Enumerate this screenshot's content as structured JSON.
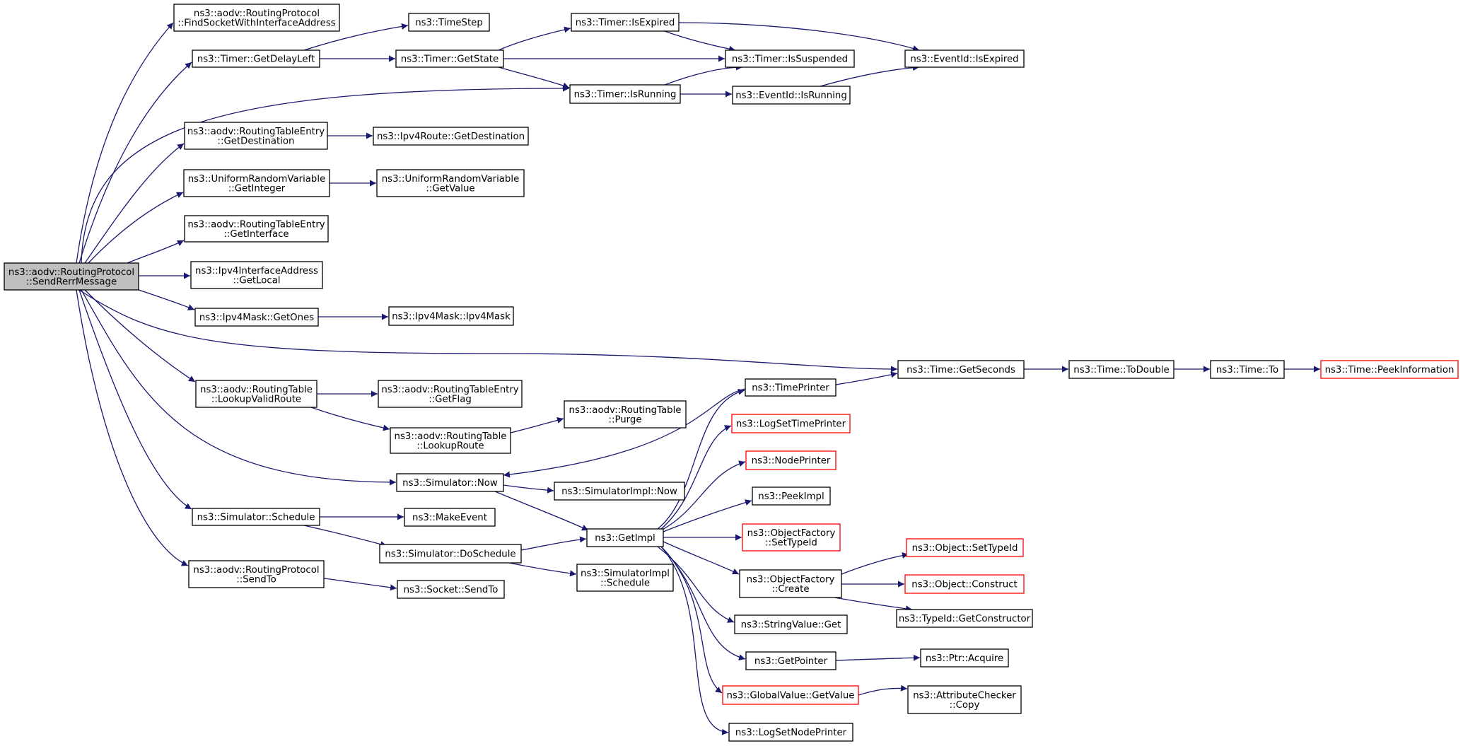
{
  "diagram": {
    "type": "call-graph",
    "colors": {
      "node_border": "#000000",
      "node_border_truncated": "#ff0000",
      "node_fill": "#ffffff",
      "root_fill": "#bfbfbf",
      "edge": "#191970"
    },
    "nodes": [
      {
        "id": "sendRerr",
        "lines": [
          "ns3::aodv::RoutingProtocol",
          "::SendRerrMessage"
        ],
        "root": true
      },
      {
        "id": "findSocket",
        "lines": [
          "ns3::aodv::RoutingProtocol",
          "::FindSocketWithInterfaceAddress"
        ]
      },
      {
        "id": "getDelayLeft",
        "lines": [
          "ns3::Timer::GetDelayLeft"
        ]
      },
      {
        "id": "timeStep",
        "lines": [
          "ns3::TimeStep"
        ]
      },
      {
        "id": "getState",
        "lines": [
          "ns3::Timer::GetState"
        ]
      },
      {
        "id": "timerIsExpired",
        "lines": [
          "ns3::Timer::IsExpired"
        ]
      },
      {
        "id": "timerIsSuspended",
        "lines": [
          "ns3::Timer::IsSuspended"
        ]
      },
      {
        "id": "eventIsExpired",
        "lines": [
          "ns3::EventId::IsExpired"
        ]
      },
      {
        "id": "timerIsRunning",
        "lines": [
          "ns3::Timer::IsRunning"
        ]
      },
      {
        "id": "eventIsRunning",
        "lines": [
          "ns3::EventId::IsRunning"
        ]
      },
      {
        "id": "rteGetDestination",
        "lines": [
          "ns3::aodv::RoutingTableEntry",
          "::GetDestination"
        ]
      },
      {
        "id": "ipv4RouteGetDest",
        "lines": [
          "ns3::Ipv4Route::GetDestination"
        ]
      },
      {
        "id": "urvGetInteger",
        "lines": [
          "ns3::UniformRandomVariable",
          "::GetInteger"
        ]
      },
      {
        "id": "urvGetValue",
        "lines": [
          "ns3::UniformRandomVariable",
          "::GetValue"
        ]
      },
      {
        "id": "rteGetInterface",
        "lines": [
          "ns3::aodv::RoutingTableEntry",
          "::GetInterface"
        ]
      },
      {
        "id": "ifaceGetLocal",
        "lines": [
          "ns3::Ipv4InterfaceAddress",
          "::GetLocal"
        ]
      },
      {
        "id": "maskGetOnes",
        "lines": [
          "ns3::Ipv4Mask::GetOnes"
        ]
      },
      {
        "id": "maskCtor",
        "lines": [
          "ns3::Ipv4Mask::Ipv4Mask"
        ]
      },
      {
        "id": "timeGetSeconds",
        "lines": [
          "ns3::Time::GetSeconds"
        ]
      },
      {
        "id": "timeToDouble",
        "lines": [
          "ns3::Time::ToDouble"
        ]
      },
      {
        "id": "timeTo",
        "lines": [
          "ns3::Time::To"
        ]
      },
      {
        "id": "peekInfo",
        "lines": [
          "ns3::Time::PeekInformation"
        ],
        "truncated": true
      },
      {
        "id": "lookupValidRoute",
        "lines": [
          "ns3::aodv::RoutingTable",
          "::LookupValidRoute"
        ]
      },
      {
        "id": "rteGetFlag",
        "lines": [
          "ns3::aodv::RoutingTableEntry",
          "::GetFlag"
        ]
      },
      {
        "id": "rtPurge",
        "lines": [
          "ns3::aodv::RoutingTable",
          "::Purge"
        ]
      },
      {
        "id": "rtLookupRoute",
        "lines": [
          "ns3::aodv::RoutingTable",
          "::LookupRoute"
        ]
      },
      {
        "id": "timePrinter",
        "lines": [
          "ns3::TimePrinter"
        ]
      },
      {
        "id": "logSetTimePrinter",
        "lines": [
          "ns3::LogSetTimePrinter"
        ],
        "truncated": true
      },
      {
        "id": "nodePrinter",
        "lines": [
          "ns3::NodePrinter"
        ],
        "truncated": true
      },
      {
        "id": "simNow",
        "lines": [
          "ns3::Simulator::Now"
        ]
      },
      {
        "id": "simImplNow",
        "lines": [
          "ns3::SimulatorImpl::Now"
        ]
      },
      {
        "id": "peekImpl",
        "lines": [
          "ns3::PeekImpl"
        ]
      },
      {
        "id": "simSchedule",
        "lines": [
          "ns3::Simulator::Schedule"
        ]
      },
      {
        "id": "makeEvent",
        "lines": [
          "ns3::MakeEvent"
        ]
      },
      {
        "id": "getImpl",
        "lines": [
          "ns3::GetImpl"
        ]
      },
      {
        "id": "ofSetTypeId",
        "lines": [
          "ns3::ObjectFactory",
          "::SetTypeId"
        ],
        "truncated": true
      },
      {
        "id": "simDoSchedule",
        "lines": [
          "ns3::Simulator::DoSchedule"
        ]
      },
      {
        "id": "objSetTypeId",
        "lines": [
          "ns3::Object::SetTypeId"
        ],
        "truncated": true
      },
      {
        "id": "simImplSchedule",
        "lines": [
          "ns3::SimulatorImpl",
          "::Schedule"
        ]
      },
      {
        "id": "ofCreate",
        "lines": [
          "ns3::ObjectFactory",
          "::Create"
        ]
      },
      {
        "id": "objConstruct",
        "lines": [
          "ns3::Object::Construct"
        ],
        "truncated": true
      },
      {
        "id": "rpSendTo",
        "lines": [
          "ns3::aodv::RoutingProtocol",
          "::SendTo"
        ]
      },
      {
        "id": "socketSendTo",
        "lines": [
          "ns3::Socket::SendTo"
        ]
      },
      {
        "id": "typeIdGetCtor",
        "lines": [
          "ns3::TypeId::GetConstructor"
        ]
      },
      {
        "id": "stringValueGet",
        "lines": [
          "ns3::StringValue::Get"
        ]
      },
      {
        "id": "getPointer",
        "lines": [
          "ns3::GetPointer"
        ]
      },
      {
        "id": "ptrAcquire",
        "lines": [
          "ns3::Ptr::Acquire"
        ]
      },
      {
        "id": "globalValueGet",
        "lines": [
          "ns3::GlobalValue::GetValue"
        ],
        "truncated": true
      },
      {
        "id": "attrCheckerCopy",
        "lines": [
          "ns3::AttributeChecker",
          "::Copy"
        ]
      },
      {
        "id": "logSetNodePrinter",
        "lines": [
          "ns3::LogSetNodePrinter"
        ]
      }
    ],
    "edges": [
      [
        "sendRerr",
        "findSocket"
      ],
      [
        "sendRerr",
        "getDelayLeft"
      ],
      [
        "sendRerr",
        "timerIsRunning"
      ],
      [
        "sendRerr",
        "rteGetDestination"
      ],
      [
        "sendRerr",
        "urvGetInteger"
      ],
      [
        "sendRerr",
        "rteGetInterface"
      ],
      [
        "sendRerr",
        "ifaceGetLocal"
      ],
      [
        "sendRerr",
        "maskGetOnes"
      ],
      [
        "sendRerr",
        "timeGetSeconds"
      ],
      [
        "sendRerr",
        "lookupValidRoute"
      ],
      [
        "sendRerr",
        "simNow"
      ],
      [
        "sendRerr",
        "simSchedule"
      ],
      [
        "sendRerr",
        "rpSendTo"
      ],
      [
        "getDelayLeft",
        "timeStep"
      ],
      [
        "getDelayLeft",
        "getState"
      ],
      [
        "getState",
        "timerIsExpired"
      ],
      [
        "getState",
        "timerIsSuspended"
      ],
      [
        "getState",
        "timerIsRunning"
      ],
      [
        "timerIsExpired",
        "timerIsSuspended"
      ],
      [
        "timerIsExpired",
        "eventIsExpired"
      ],
      [
        "timerIsRunning",
        "timerIsSuspended"
      ],
      [
        "timerIsRunning",
        "eventIsRunning"
      ],
      [
        "eventIsRunning",
        "eventIsExpired"
      ],
      [
        "rteGetDestination",
        "ipv4RouteGetDest"
      ],
      [
        "urvGetInteger",
        "urvGetValue"
      ],
      [
        "maskGetOnes",
        "maskCtor"
      ],
      [
        "timeGetSeconds",
        "timeToDouble"
      ],
      [
        "timeToDouble",
        "timeTo"
      ],
      [
        "timeTo",
        "peekInfo"
      ],
      [
        "lookupValidRoute",
        "rteGetFlag"
      ],
      [
        "lookupValidRoute",
        "rtLookupRoute"
      ],
      [
        "rtLookupRoute",
        "rtPurge"
      ],
      [
        "timePrinter",
        "timeGetSeconds"
      ],
      [
        "timePrinter",
        "simNow"
      ],
      [
        "simNow",
        "simImplNow"
      ],
      [
        "simNow",
        "getImpl"
      ],
      [
        "simSchedule",
        "makeEvent"
      ],
      [
        "simSchedule",
        "simDoSchedule"
      ],
      [
        "simDoSchedule",
        "getImpl"
      ],
      [
        "simDoSchedule",
        "simImplSchedule"
      ],
      [
        "getImpl",
        "timePrinter"
      ],
      [
        "getImpl",
        "logSetTimePrinter"
      ],
      [
        "getImpl",
        "nodePrinter"
      ],
      [
        "getImpl",
        "peekImpl"
      ],
      [
        "getImpl",
        "ofSetTypeId"
      ],
      [
        "getImpl",
        "ofCreate"
      ],
      [
        "getImpl",
        "stringValueGet"
      ],
      [
        "getImpl",
        "getPointer"
      ],
      [
        "getImpl",
        "globalValueGet"
      ],
      [
        "getImpl",
        "logSetNodePrinter"
      ],
      [
        "ofCreate",
        "objSetTypeId"
      ],
      [
        "ofCreate",
        "objConstruct"
      ],
      [
        "ofCreate",
        "typeIdGetCtor"
      ],
      [
        "getPointer",
        "ptrAcquire"
      ],
      [
        "globalValueGet",
        "attrCheckerCopy"
      ],
      [
        "rpSendTo",
        "socketSendTo"
      ]
    ]
  }
}
